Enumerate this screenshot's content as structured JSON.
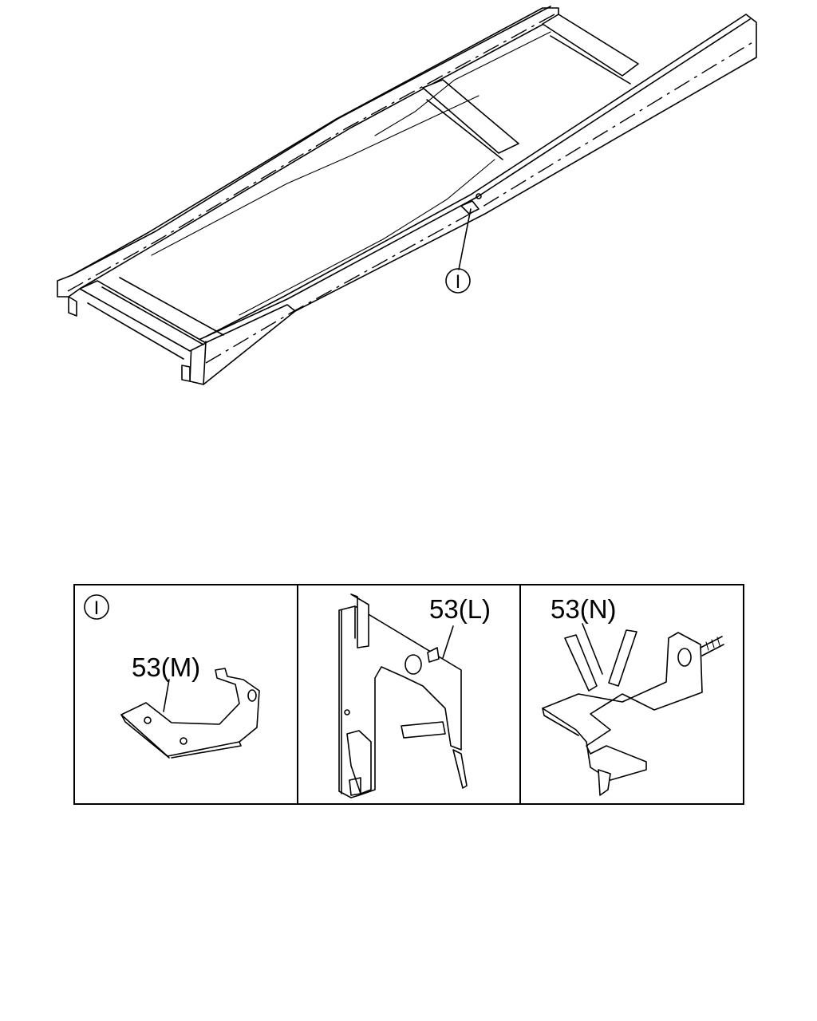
{
  "diagram": {
    "callout_letter": "I",
    "inset_marker": "I",
    "parts": [
      {
        "label": "53(M)"
      },
      {
        "label": "53(L)"
      },
      {
        "label": "53(N)"
      }
    ],
    "colors": {
      "line": "#000000",
      "background": "#ffffff"
    }
  }
}
